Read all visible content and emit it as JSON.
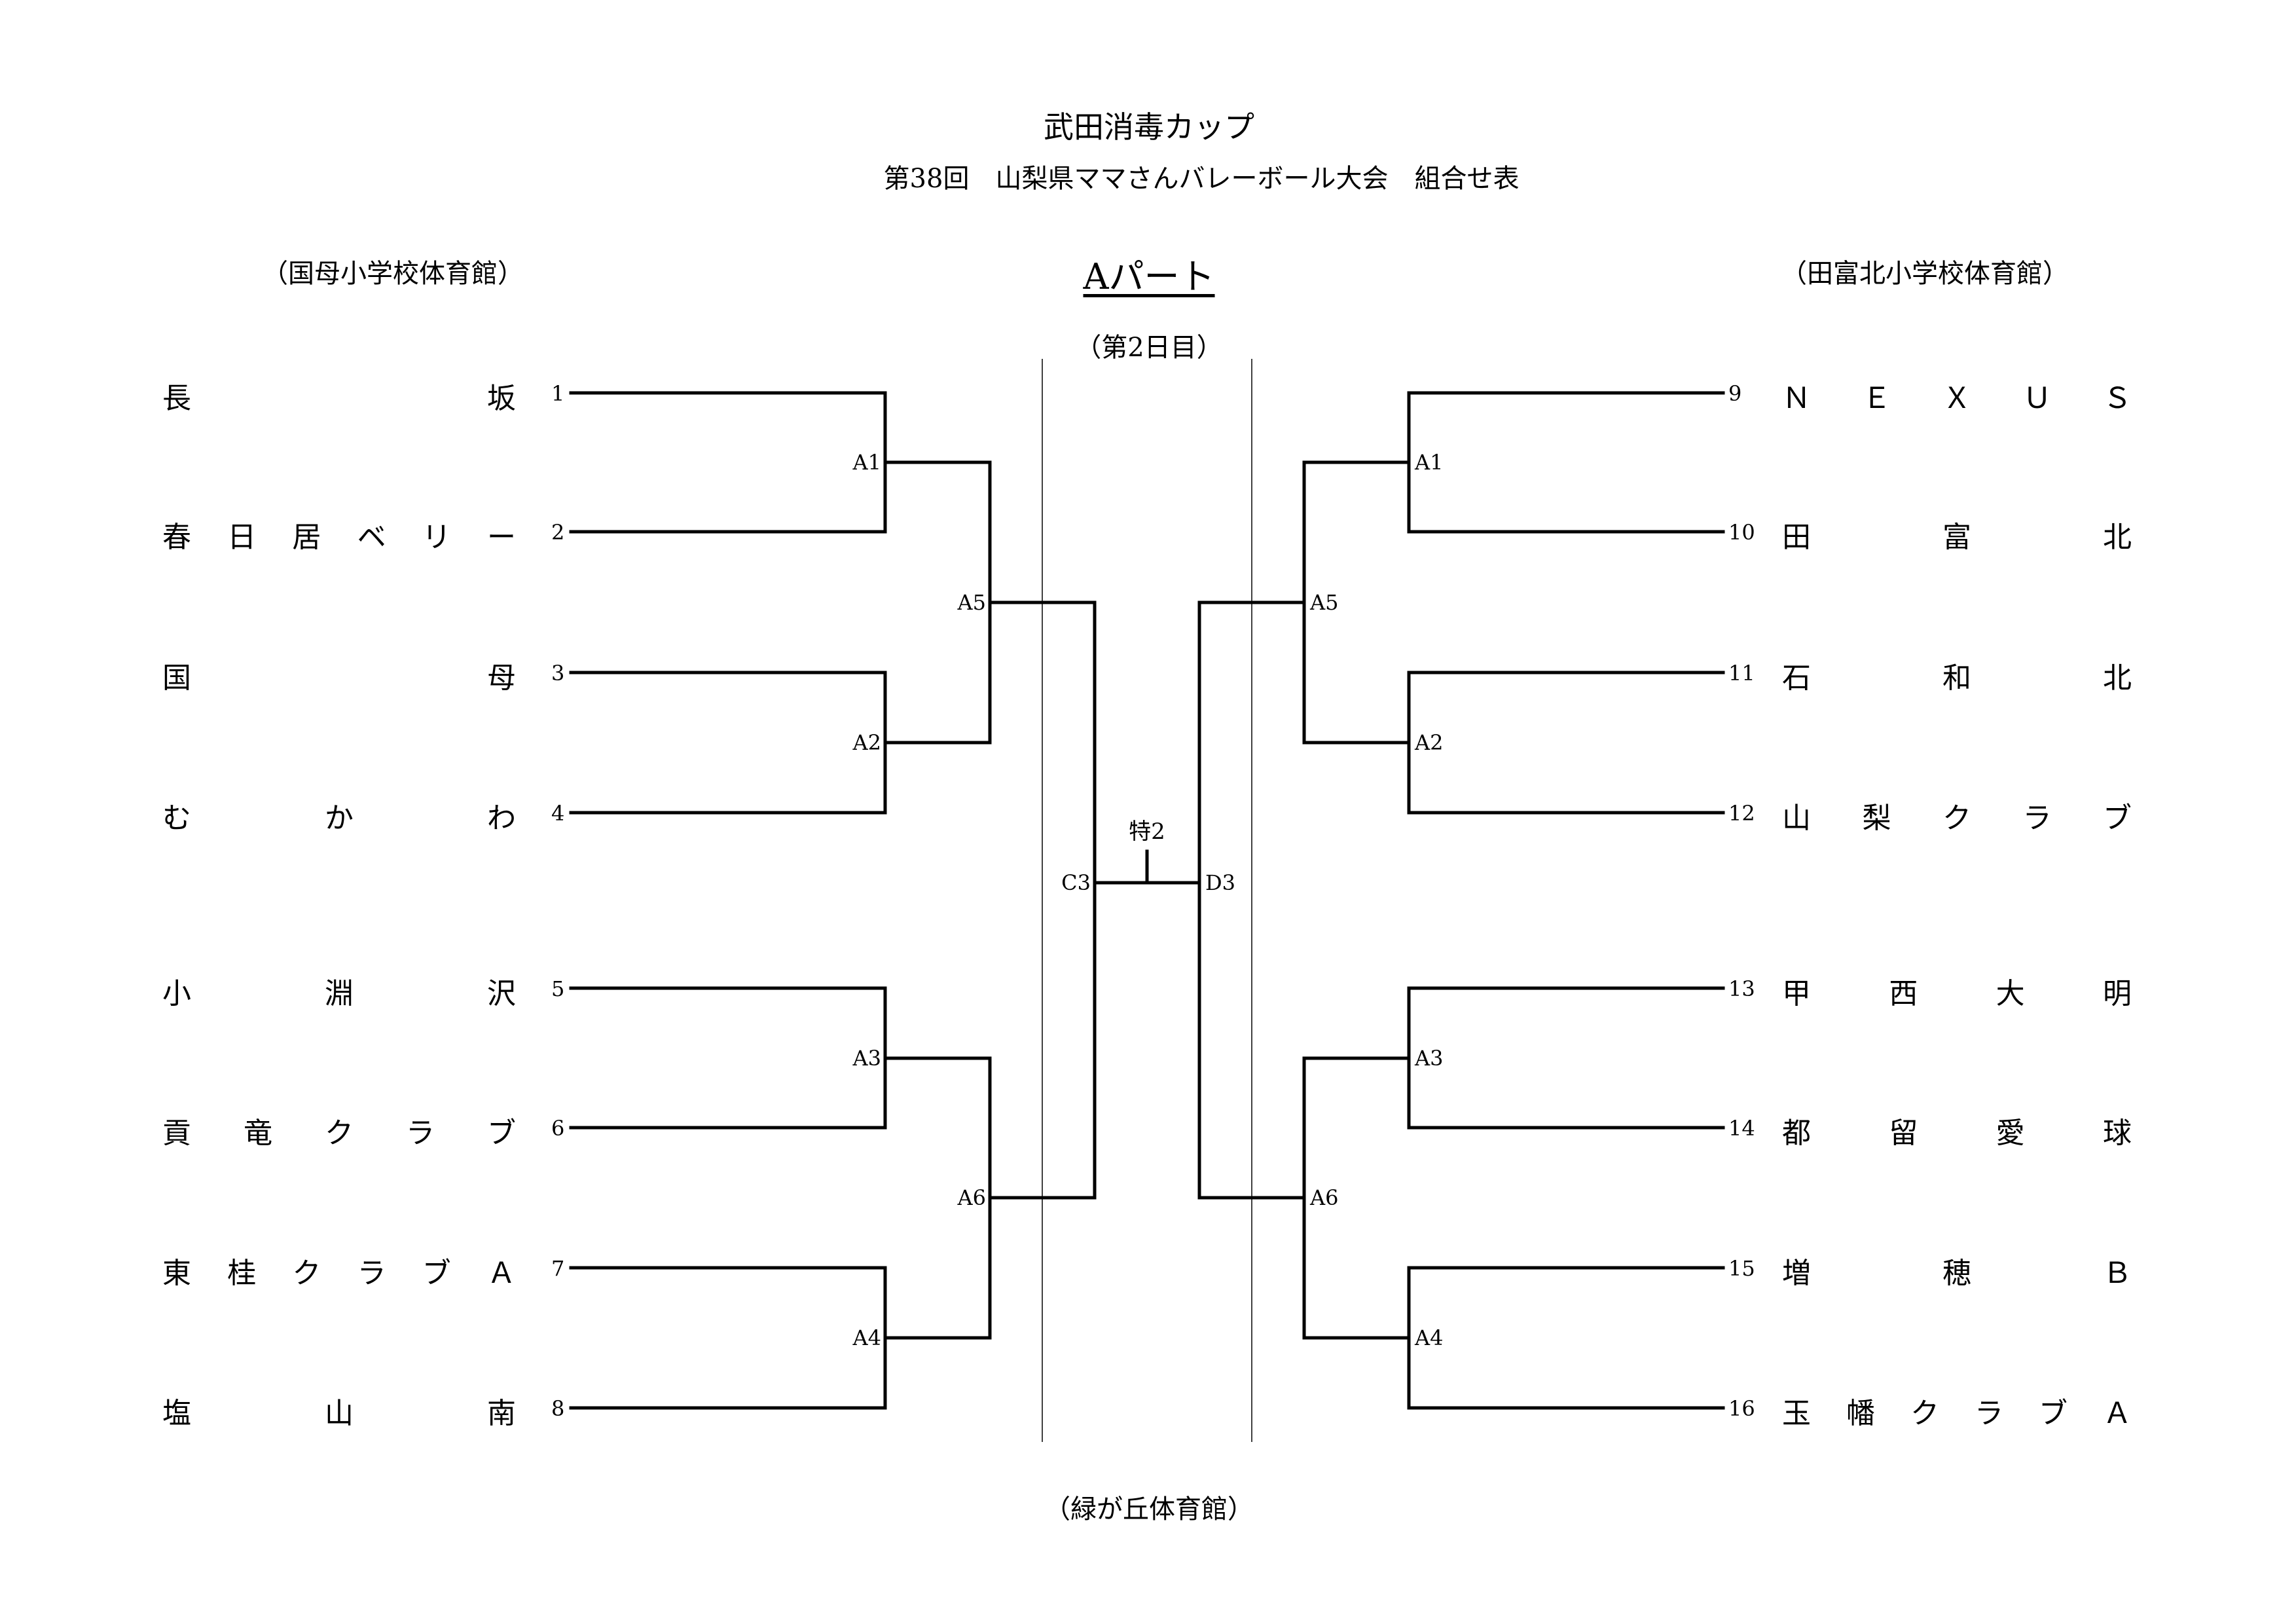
{
  "header": {
    "title": "武田消毒カップ",
    "subtitle": "第38回　山梨県ママさんバレーボール大会　組合せ表"
  },
  "venues": {
    "left": "（国母小学校体育館）",
    "right": "（田富北小学校体育館）",
    "center": "（緑が丘体育館）"
  },
  "part_title": "Aパート",
  "day_label": "（第2日目）",
  "left_teams": [
    {
      "seed": "1",
      "chars": [
        "長",
        "坂"
      ]
    },
    {
      "seed": "2",
      "chars": [
        "春",
        "日",
        "居",
        "ベ",
        "リ",
        "ー"
      ]
    },
    {
      "seed": "3",
      "chars": [
        "国",
        "母"
      ]
    },
    {
      "seed": "4",
      "chars": [
        "む",
        "か",
        "わ"
      ]
    },
    {
      "seed": "5",
      "chars": [
        "小",
        "淵",
        "沢"
      ]
    },
    {
      "seed": "6",
      "chars": [
        "貢",
        "竜",
        "ク",
        "ラ",
        "ブ"
      ]
    },
    {
      "seed": "7",
      "chars": [
        "東",
        "桂",
        "ク",
        "ラ",
        "ブ",
        "Ａ"
      ]
    },
    {
      "seed": "8",
      "chars": [
        "塩",
        "山",
        "南"
      ]
    }
  ],
  "right_teams": [
    {
      "seed": "9",
      "chars": [
        "Ｎ",
        "Ｅ",
        "Ｘ",
        "Ｕ",
        "Ｓ"
      ]
    },
    {
      "seed": "10",
      "chars": [
        "田",
        "富",
        "北"
      ]
    },
    {
      "seed": "11",
      "chars": [
        "石",
        "和",
        "北"
      ]
    },
    {
      "seed": "12",
      "chars": [
        "山",
        "梨",
        "ク",
        "ラ",
        "ブ"
      ]
    },
    {
      "seed": "13",
      "chars": [
        "甲",
        "西",
        "大",
        "明"
      ]
    },
    {
      "seed": "14",
      "chars": [
        "都",
        "留",
        "愛",
        "球"
      ]
    },
    {
      "seed": "15",
      "chars": [
        "増",
        "穂",
        "Ｂ"
      ]
    },
    {
      "seed": "16",
      "chars": [
        "玉",
        "幡",
        "ク",
        "ラ",
        "ブ",
        "Ａ"
      ]
    }
  ],
  "match_labels": {
    "left": [
      "A1",
      "A2",
      "A3",
      "A4",
      "A5",
      "A6",
      "C3"
    ],
    "right": [
      "A1",
      "A2",
      "A3",
      "A4",
      "A5",
      "A6",
      "D3"
    ],
    "final": "特2"
  }
}
